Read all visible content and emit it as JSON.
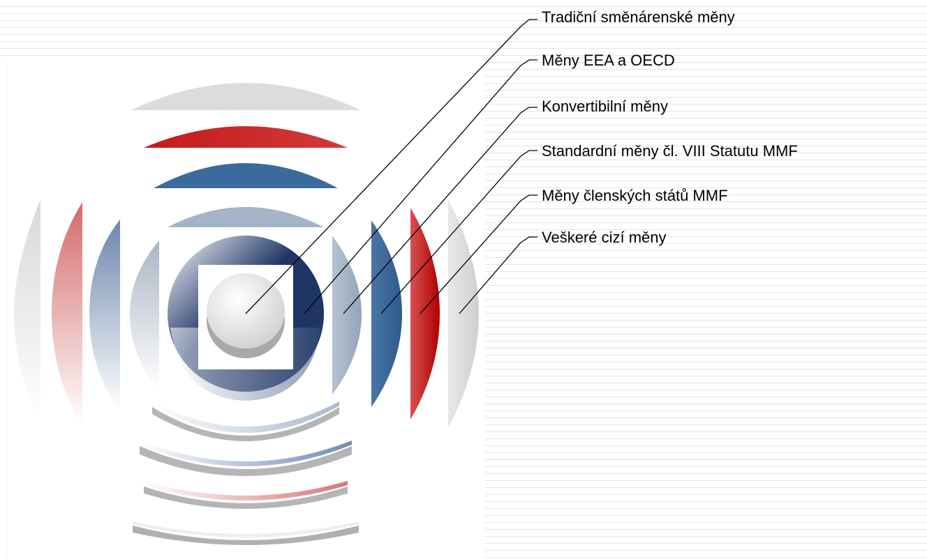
{
  "diagram": {
    "labels": [
      "Tradiční směnárenské měny",
      "Měny EEA a OECD",
      "Konvertibilní měny",
      "Standardní měny čl. VIII Statutu MMF",
      "Měny členských států MMF",
      "Veškeré cizí měny"
    ],
    "colors": {
      "red": "#c41a1a",
      "blue": "#3a6b9c",
      "light_blue": "#a5b4c6",
      "navy": "#1e3566",
      "grey": "#dcdcdc",
      "line": "#000000"
    }
  }
}
